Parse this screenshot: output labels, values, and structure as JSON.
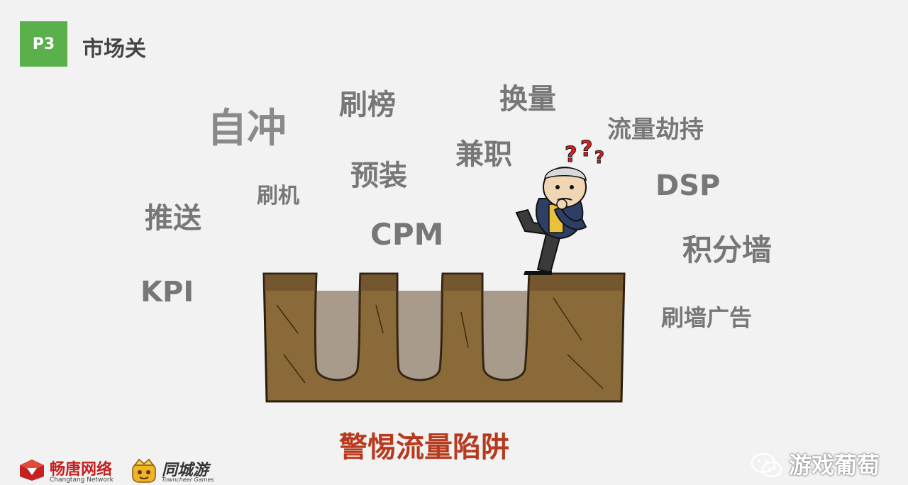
{
  "slide": {
    "badge": "P3",
    "title": "市场关",
    "caption": "警惕流量陷阱"
  },
  "keywords": {
    "zichong": "自冲",
    "shuabang": "刷榜",
    "huanliang": "换量",
    "liuliangjiechi": "流量劫持",
    "jianzhi": "兼职",
    "yuzhuang": "预装",
    "shuaji": "刷机",
    "tuisong": "推送",
    "cpm": "CPM",
    "dsp": "DSP",
    "jifenqiang": "积分墙",
    "kpi": "KPI",
    "shuaqiangguanggao": "刷墙广告"
  },
  "footer": {
    "logo_left_name": "畅唐网络",
    "logo_left_sub": "Changtang Network",
    "logo_mid_name": "同城游",
    "logo_mid_sub": "Towncheer Games",
    "watermark": "游戏葡萄"
  },
  "colors": {
    "badge": "#5ab04a",
    "keyword": "#777777",
    "caption": "#b83a1e",
    "dirt": "#8a6a38"
  }
}
